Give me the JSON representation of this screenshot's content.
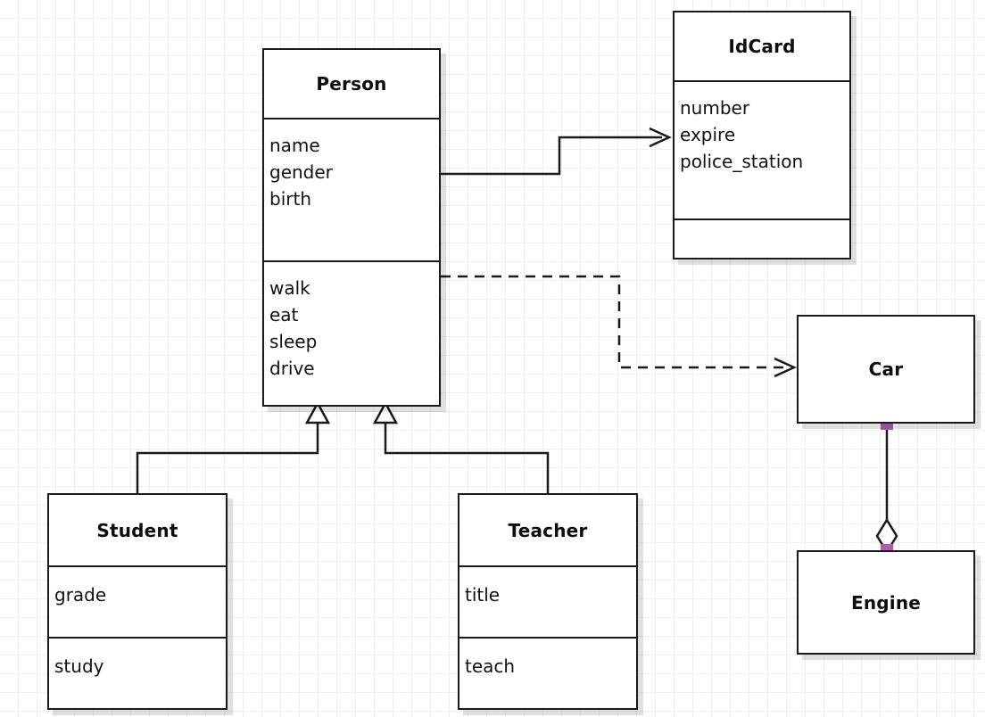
{
  "diagram": {
    "type": "uml-class-diagram",
    "background": "#ffffff",
    "grid_color": "#efefef",
    "grid_size": 21,
    "line_color": "#1a1a1a",
    "anchor_color": "#b05cb0"
  },
  "classes": {
    "person": {
      "name": "Person",
      "attributes": [
        "name",
        "gender",
        "birth"
      ],
      "methods": [
        "walk",
        "eat",
        "sleep",
        "drive"
      ]
    },
    "idcard": {
      "name": "IdCard",
      "attributes": [
        "number",
        "expire",
        "police_station"
      ],
      "methods": []
    },
    "student": {
      "name": "Student",
      "attributes": [
        "grade"
      ],
      "methods": [
        "study"
      ]
    },
    "teacher": {
      "name": "Teacher",
      "attributes": [
        "title"
      ],
      "methods": [
        "teach"
      ]
    },
    "car": {
      "name": "Car",
      "attributes": [],
      "methods": []
    },
    "engine": {
      "name": "Engine",
      "attributes": [],
      "methods": []
    }
  },
  "relationships": [
    {
      "id": "person-idcard",
      "kind": "association",
      "from": "Person",
      "to": "IdCard",
      "line": "solid",
      "arrowhead": "open"
    },
    {
      "id": "person-car",
      "kind": "dependency",
      "from": "Person",
      "to": "Car",
      "line": "dashed",
      "arrowhead": "open"
    },
    {
      "id": "student-person",
      "kind": "generalization",
      "from": "Student",
      "to": "Person",
      "line": "solid",
      "arrowhead": "hollow-triangle"
    },
    {
      "id": "teacher-person",
      "kind": "generalization",
      "from": "Teacher",
      "to": "Person",
      "line": "solid",
      "arrowhead": "hollow-triangle"
    },
    {
      "id": "car-engine",
      "kind": "aggregation",
      "from": "Car",
      "to": "Engine",
      "line": "solid",
      "arrowhead": "hollow-diamond"
    }
  ]
}
